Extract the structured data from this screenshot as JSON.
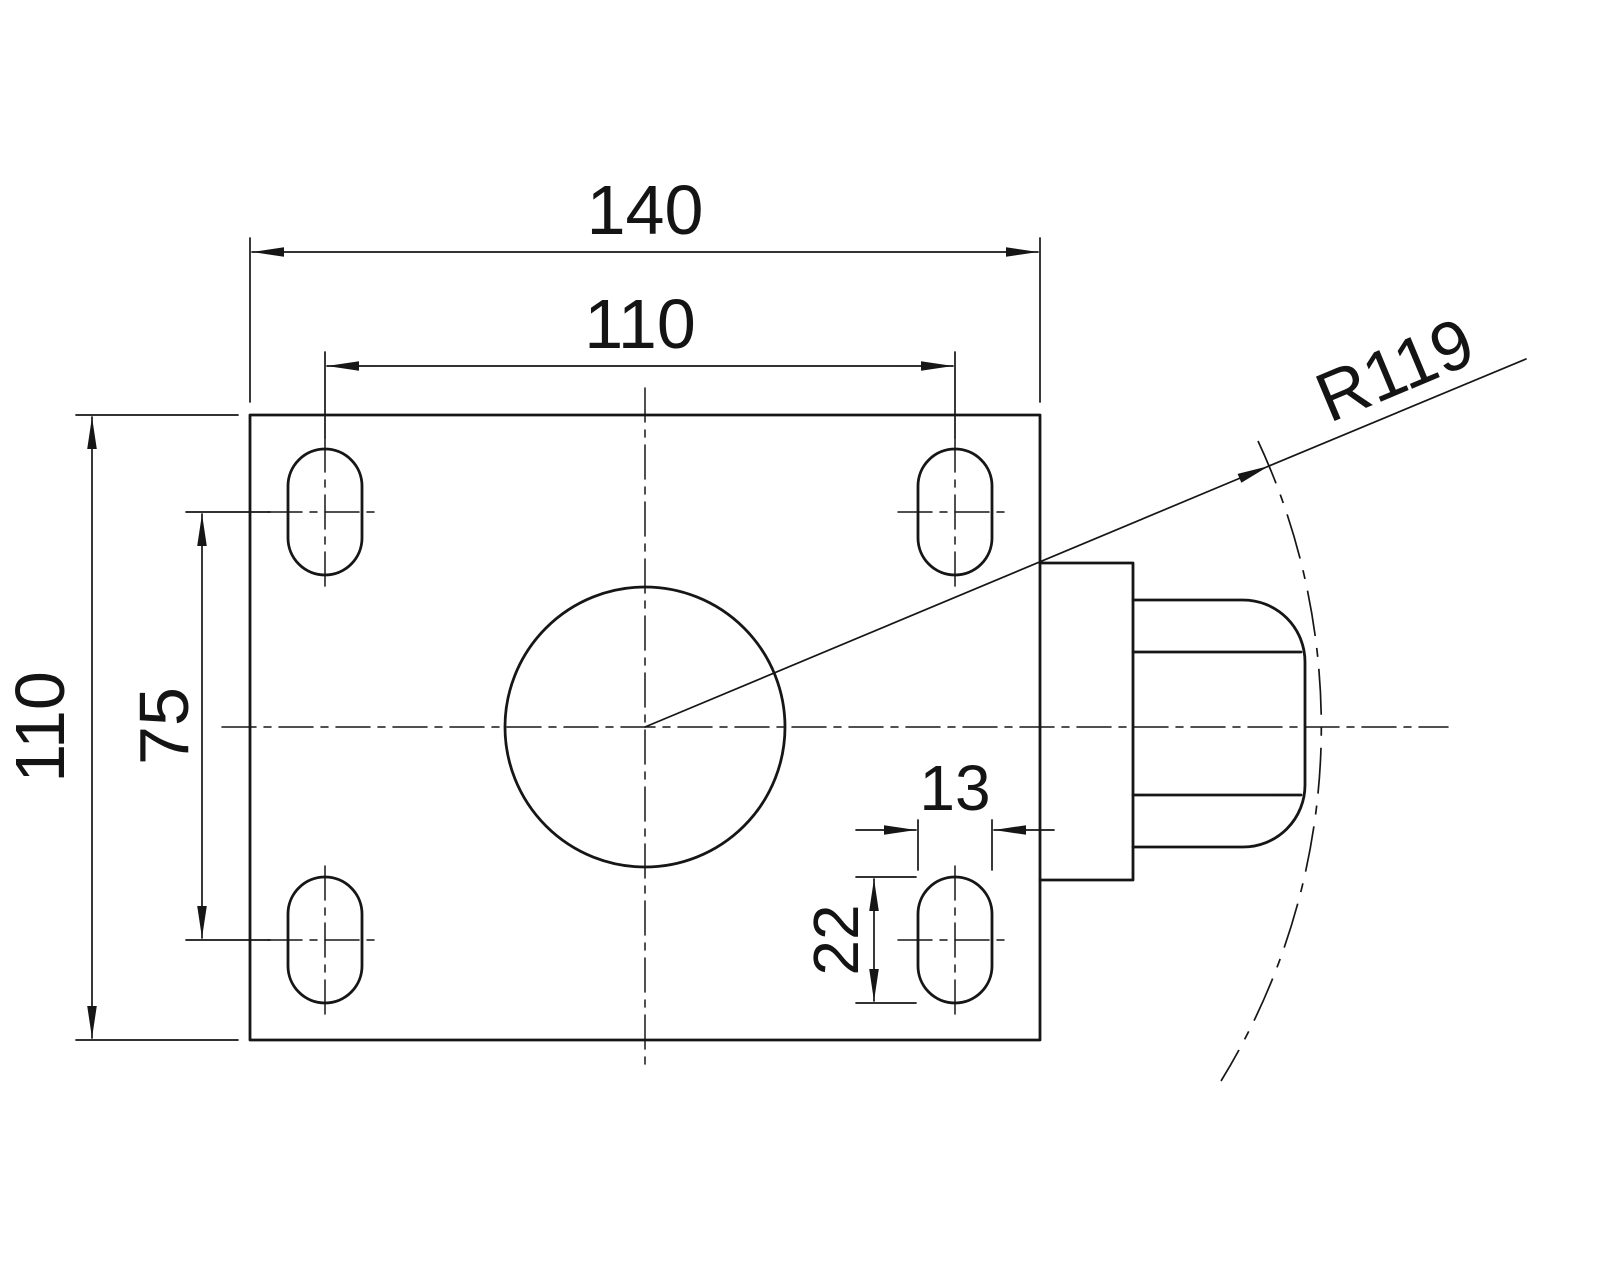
{
  "colors": {
    "background": "#ffffff",
    "line": "#161616",
    "text": "#141414"
  },
  "labels": {
    "plate_width": "140",
    "hole_spacing_horizontal": "110",
    "plate_depth": "110",
    "hole_spacing_vertical": "75",
    "slot_width": "13",
    "slot_length": "22",
    "swivel_radius": "R119"
  }
}
